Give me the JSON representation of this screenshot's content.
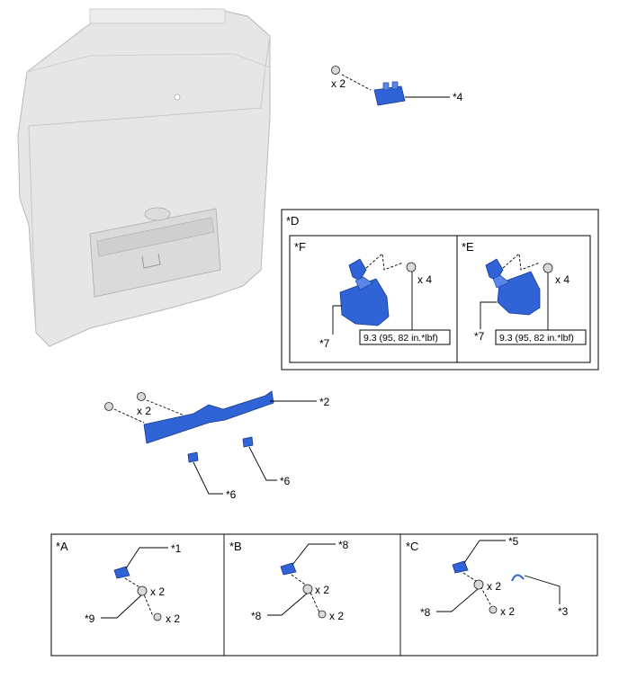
{
  "callouts": {
    "p1": "*1",
    "p2": "*2",
    "p3": "*3",
    "p4": "*4",
    "p5": "*5",
    "p6a": "*6",
    "p6b": "*6",
    "p7f": "*7",
    "p7e": "*7",
    "p8b1": "*8",
    "p8b2": "*8",
    "p8c": "*8",
    "p9": "*9"
  },
  "quantities": {
    "top": "x 2",
    "bar": "x 2",
    "f": "x 4",
    "e": "x 4",
    "a1": "x 2",
    "a2": "x 2",
    "b1": "x 2",
    "b2": "x 2",
    "c1": "x 2",
    "c2": "x 2"
  },
  "boxes": {
    "d": "*D",
    "f": "*F",
    "e": "*E",
    "a": "*A",
    "b": "*B",
    "c": "*C"
  },
  "torque": {
    "f": "9.3 (95, 82 in.*lbf)",
    "e": "9.3 (95, 82 in.*lbf)"
  },
  "colors": {
    "part": "#2f63d6",
    "door": "#e6e6e6"
  }
}
